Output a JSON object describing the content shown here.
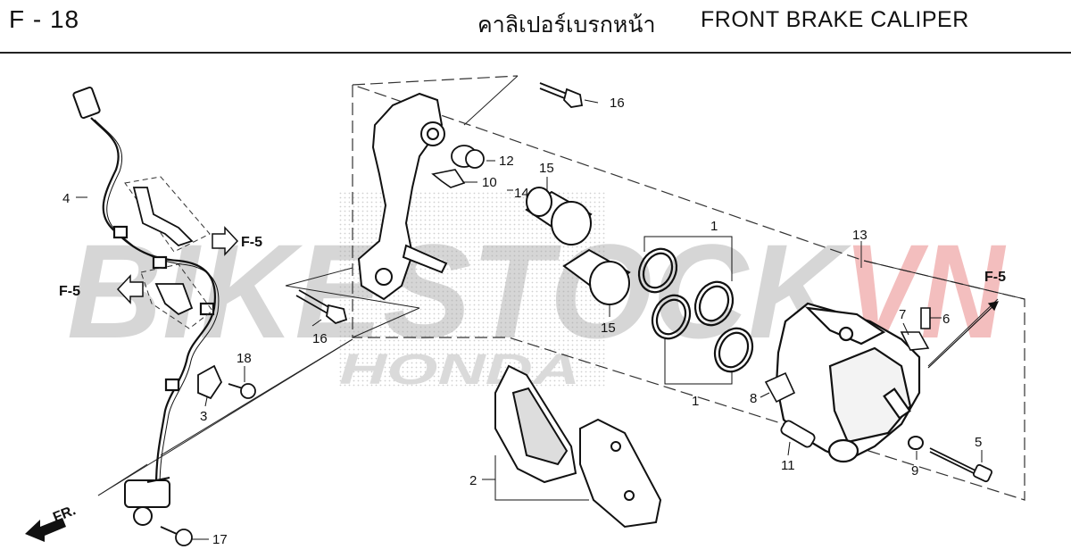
{
  "header": {
    "page_code": "F - 18",
    "title_thai": "คาลิเปอร์เบรกหน้า",
    "title_en": "FRONT BRAKE CALIPER"
  },
  "watermark": {
    "part1": "BIKESTOCK",
    "part2": "VN",
    "sub": "HONDA",
    "color_main": "#c9c9c9",
    "color_accent": "#f0a8a8"
  },
  "refs": {
    "f5_left_arrow": "F-5",
    "f5_left": "F-5",
    "f5_right": "F-5",
    "front": "FR."
  },
  "callouts": {
    "c1a": "1",
    "c1b": "1",
    "c2": "2",
    "c3": "3",
    "c4": "4",
    "c5": "5",
    "c6": "6",
    "c7": "7",
    "c8": "8",
    "c9": "9",
    "c10": "10",
    "c11": "11",
    "c12": "12",
    "c13": "13",
    "c14": "14",
    "c15a": "15",
    "c15b": "15",
    "c16a": "16",
    "c16b": "16",
    "c17": "17",
    "c18": "18"
  }
}
